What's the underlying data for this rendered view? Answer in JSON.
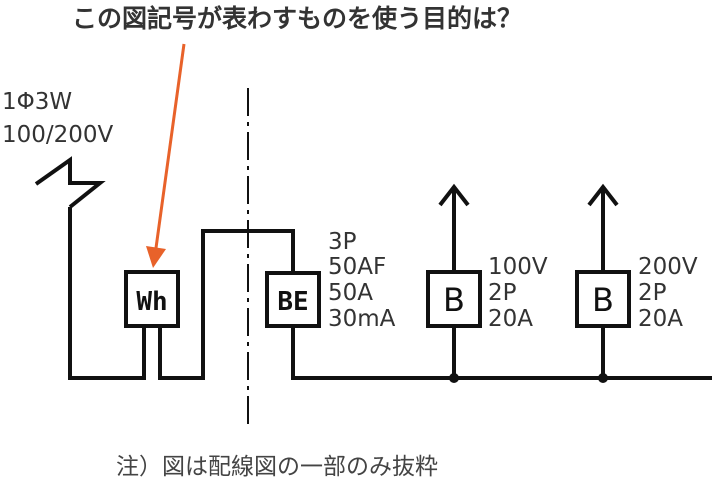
{
  "title": "この図記号が表わすものを使う目的は？",
  "supply": {
    "phase": "1Φ3W",
    "voltage": "100/200V"
  },
  "meter": {
    "label": "Wh"
  },
  "main_breaker": {
    "label": "BE",
    "specs": [
      "3P",
      "50AF",
      "50A",
      "30mA"
    ]
  },
  "branch_breakers": [
    {
      "label": "B",
      "specs": [
        "100V",
        "2P",
        "20A"
      ]
    },
    {
      "label": "B",
      "specs": [
        "200V",
        "2P",
        "20A"
      ]
    }
  ],
  "note": "注）図は配線図の一部のみ抜粋",
  "colors": {
    "pointer_arrow": "#e8622a",
    "line": "#111111",
    "text": "#333333"
  }
}
